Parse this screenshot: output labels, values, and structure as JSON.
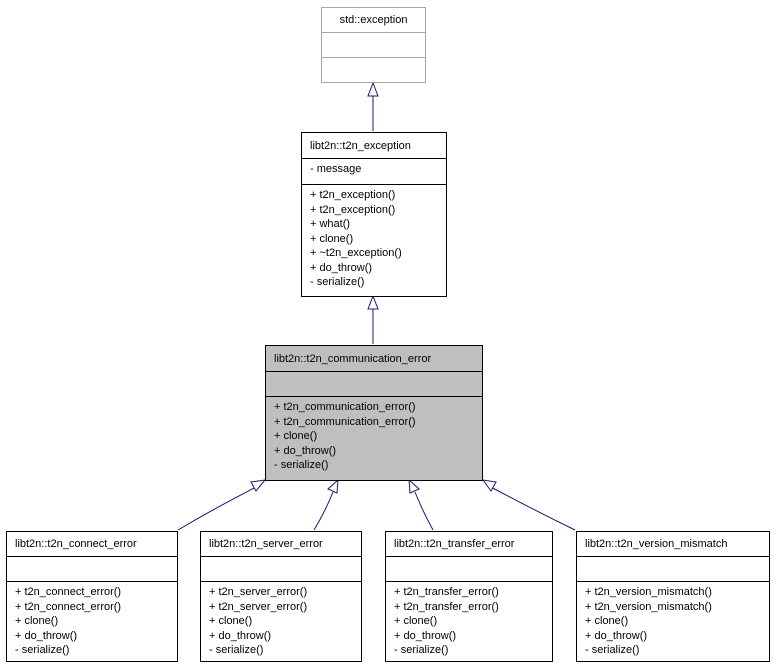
{
  "classes": {
    "std_exception": {
      "title": "std::exception",
      "attributes": [],
      "methods": []
    },
    "t2n_exception": {
      "title": "libt2n::t2n_exception",
      "attributes": [
        "- message"
      ],
      "methods": [
        "+ t2n_exception()",
        "+ t2n_exception()",
        "+ what()",
        "+ clone()",
        "+ ~t2n_exception()",
        "+ do_throw()",
        "- serialize()"
      ]
    },
    "t2n_communication_error": {
      "title": "libt2n::t2n_communication_error",
      "attributes": [],
      "methods": [
        "+ t2n_communication_error()",
        "+ t2n_communication_error()",
        "+ clone()",
        "+ do_throw()",
        "- serialize()"
      ]
    },
    "t2n_connect_error": {
      "title": "libt2n::t2n_connect_error",
      "attributes": [],
      "methods": [
        "+ t2n_connect_error()",
        "+ t2n_connect_error()",
        "+ clone()",
        "+ do_throw()",
        "- serialize()"
      ]
    },
    "t2n_server_error": {
      "title": "libt2n::t2n_server_error",
      "attributes": [],
      "methods": [
        "+ t2n_server_error()",
        "+ t2n_server_error()",
        "+ clone()",
        "+ do_throw()",
        "- serialize()"
      ]
    },
    "t2n_transfer_error": {
      "title": "libt2n::t2n_transfer_error",
      "attributes": [],
      "methods": [
        "+ t2n_transfer_error()",
        "+ t2n_transfer_error()",
        "+ clone()",
        "+ do_throw()",
        "- serialize()"
      ]
    },
    "t2n_version_mismatch": {
      "title": "libt2n::t2n_version_mismatch",
      "attributes": [],
      "methods": [
        "+ t2n_version_mismatch()",
        "+ t2n_version_mismatch()",
        "+ clone()",
        "+ do_throw()",
        "- serialize()"
      ]
    }
  },
  "colors": {
    "border": "#000000",
    "external_border": "#a6a6a6",
    "highlight_fill": "#bfbfbf",
    "edge": "#191970"
  }
}
